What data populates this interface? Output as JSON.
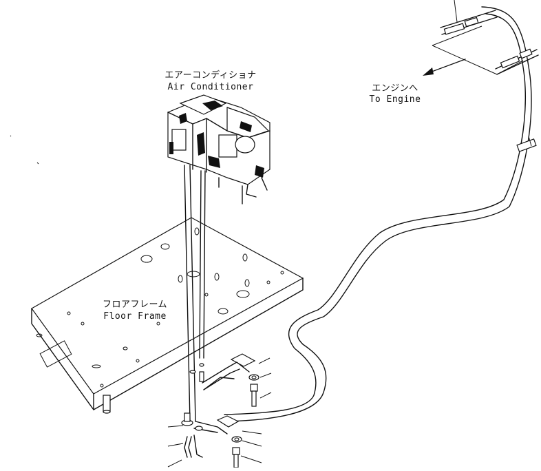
{
  "labels": {
    "aircon_jp": "エアーコンディショナ",
    "aircon_en": "Air Conditioner",
    "engine_jp": "エンジンへ",
    "engine_en": "To Engine",
    "floor_jp": "フロアフレーム",
    "floor_en": "Floor Frame"
  }
}
